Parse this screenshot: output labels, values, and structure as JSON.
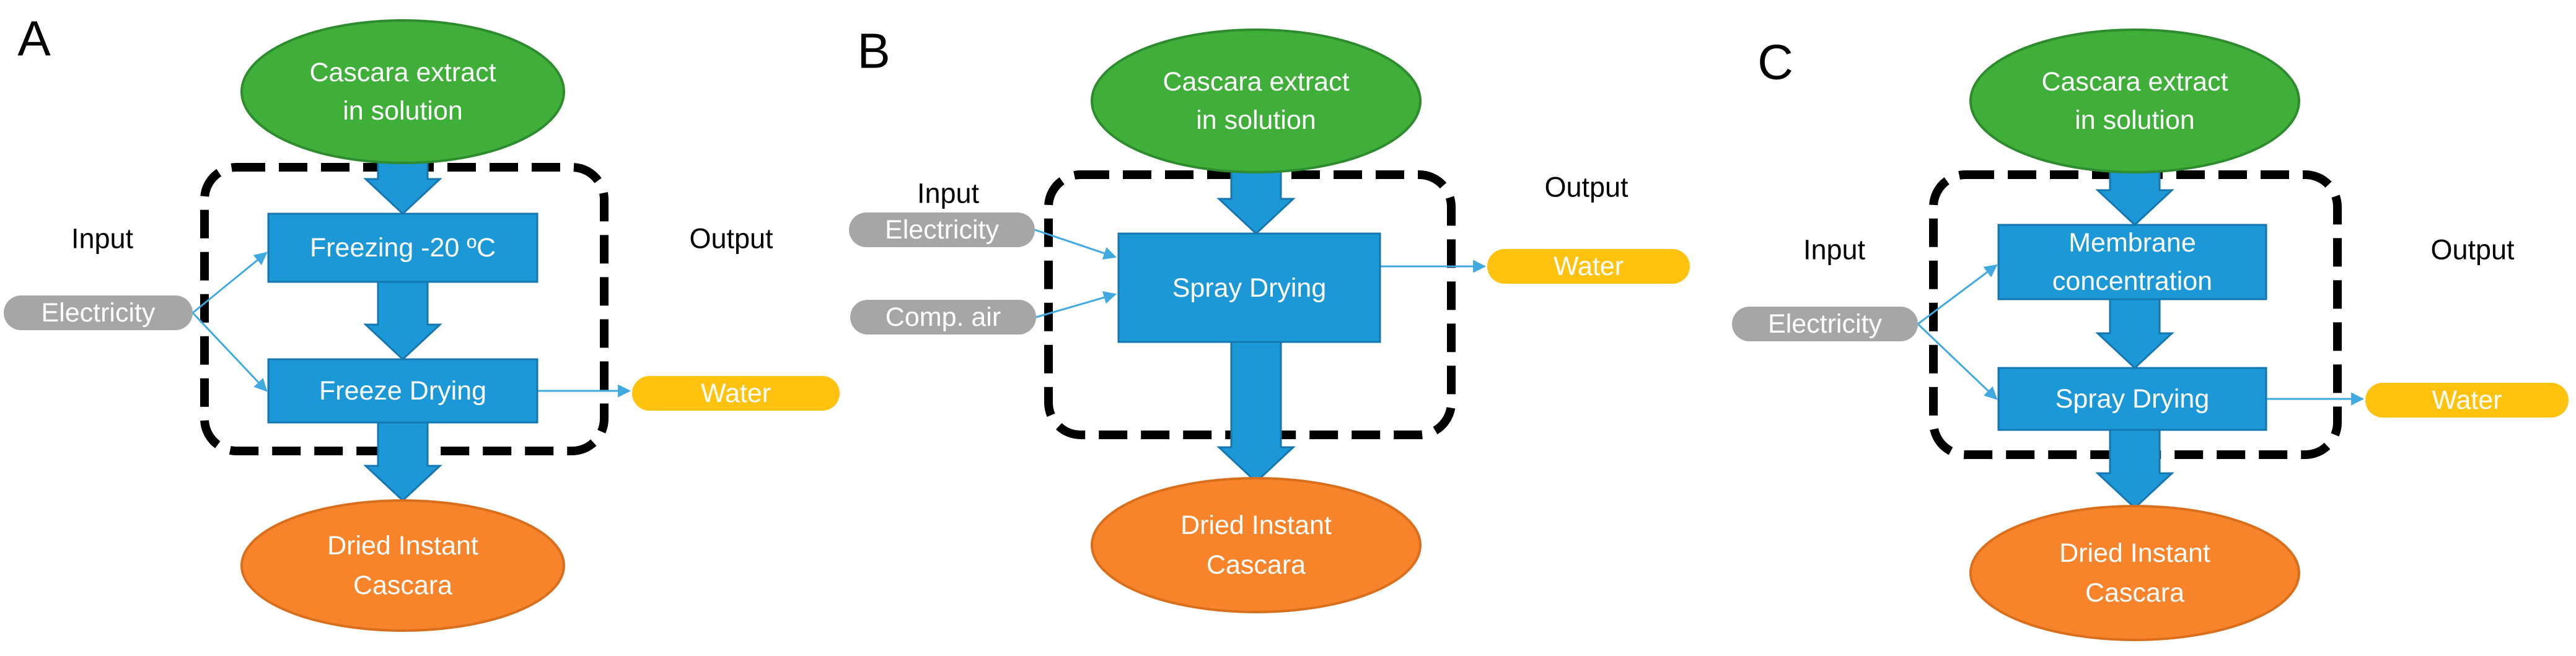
{
  "colors": {
    "source": "#3FAF3A",
    "process": "#1B98D5",
    "product": "#F7842A",
    "input_pill": "#A6A6A6",
    "output_pill": "#FFC20E",
    "connector": "#3FA9E0"
  },
  "panels": [
    {
      "letter": "A",
      "source": [
        "Cascara extract",
        "in solution"
      ],
      "input_label": "Input",
      "output_label": "Output",
      "inputs": [
        "Electricity"
      ],
      "steps": [
        [
          "Freezing -20 ºC"
        ],
        [
          "Freeze Drying"
        ]
      ],
      "output": "Water",
      "product": [
        "Dried Instant",
        "Cascara"
      ]
    },
    {
      "letter": "B",
      "source": [
        "Cascara extract",
        "in solution"
      ],
      "input_label": "Input",
      "output_label": "Output",
      "inputs": [
        "Electricity",
        "Comp. air"
      ],
      "steps": [
        [
          "Spray Drying"
        ]
      ],
      "output": "Water",
      "product": [
        "Dried Instant",
        "Cascara"
      ]
    },
    {
      "letter": "C",
      "source": [
        "Cascara extract",
        "in solution"
      ],
      "input_label": "Input",
      "output_label": "Output",
      "inputs": [
        "Electricity"
      ],
      "steps": [
        [
          "Membrane",
          "concentration"
        ],
        [
          "Spray Drying"
        ]
      ],
      "output": "Water",
      "product": [
        "Dried Instant",
        "Cascara"
      ]
    }
  ]
}
